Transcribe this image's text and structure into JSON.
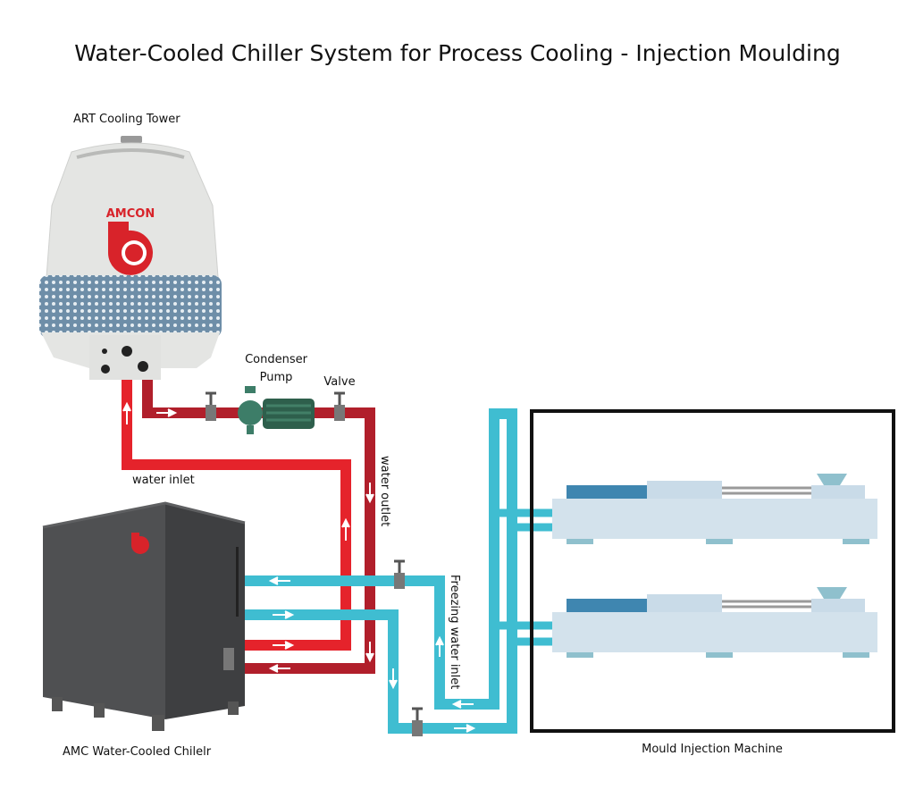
{
  "title": "Water-Cooled Chiller System for Process Cooling - Injection Moulding",
  "labels": {
    "cooling_tower": "ART Cooling Tower",
    "condenser_pump_line1": "Condenser",
    "condenser_pump_line2": "Pump",
    "valve": "Valve",
    "water_inlet": "water inlet",
    "water_outlet": "water outlet",
    "freezing_water_inlet": "Freezing water inlet",
    "chiller": "AMC Water-Cooled Chilelr",
    "machine": "Mould Injection Machine"
  },
  "logo_text": "AMCON",
  "colors": {
    "inlet_pipe": "#e5232b",
    "outlet_pipe": "#b11f2b",
    "chilled_pipe": "#3fbdd1",
    "chiller_body": "#4a4b4d",
    "brand_red": "#d8232a"
  }
}
